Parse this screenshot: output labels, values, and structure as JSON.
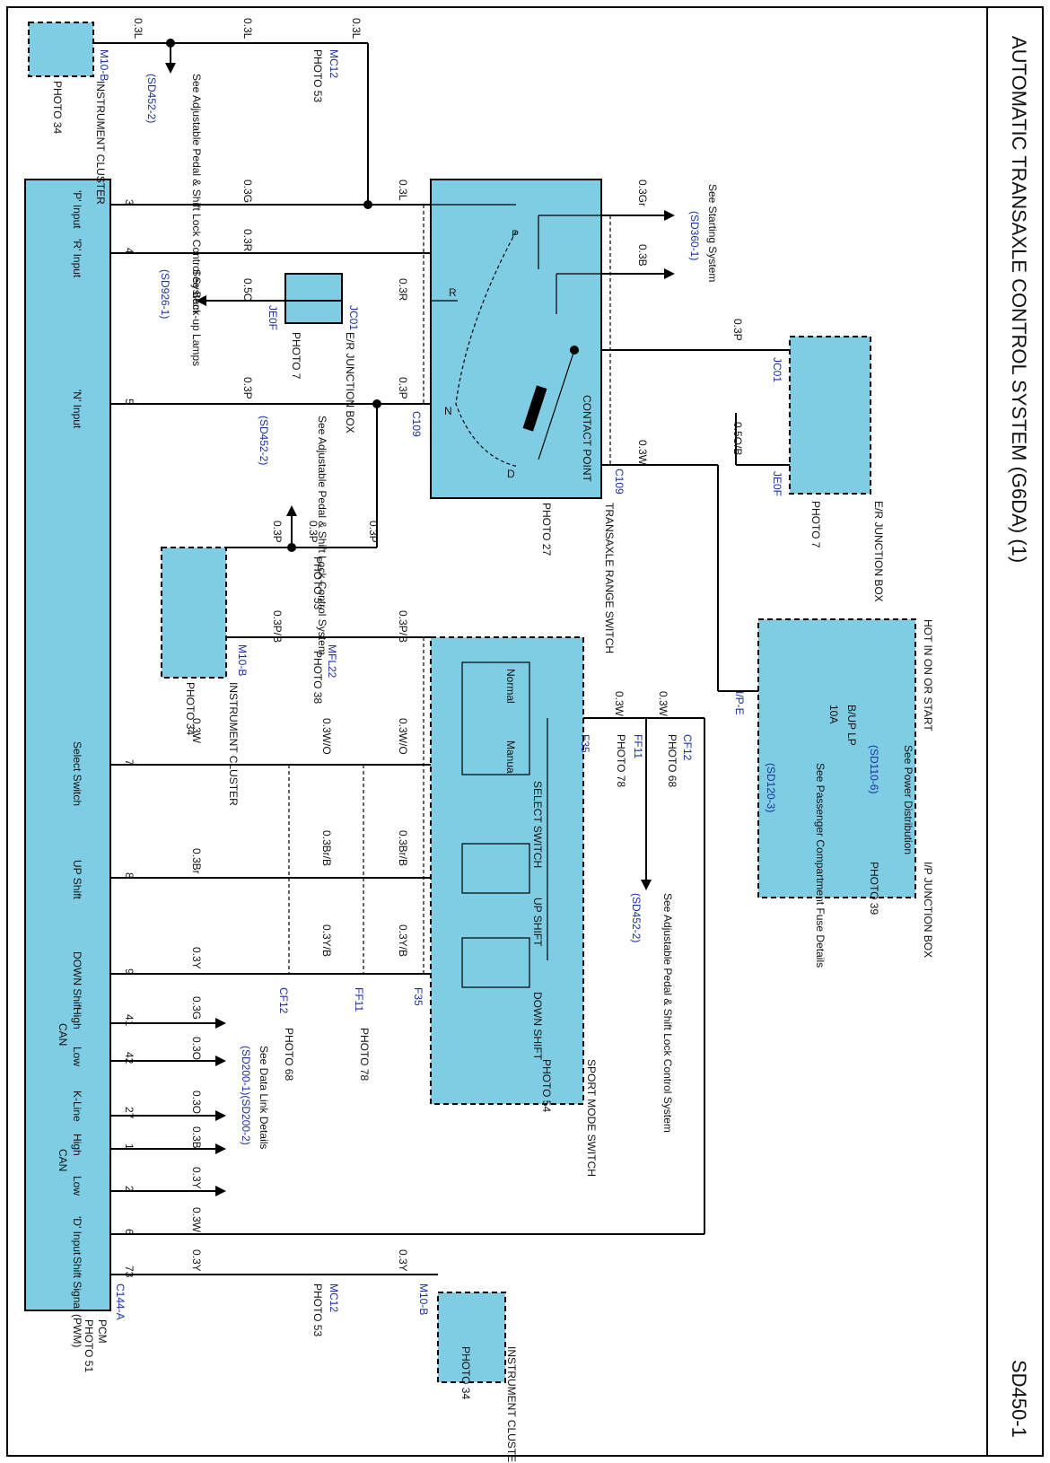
{
  "title": "AUTOMATIC TRANSAXLE CONTROL SYSTEM (G6DA) (1)",
  "page_id": "SD450-1",
  "hot_label": "HOT IN ON OR START",
  "fuse": {
    "name": "B/UP LP",
    "rating": "10A"
  },
  "components": {
    "pcm": "PCM",
    "pcm_photo": "PHOTO 51",
    "trs": "TRANSAXLE RANGE SWITCH",
    "trs_photo": "PHOTO 27",
    "sport": "SPORT MODE SWITCH",
    "sport_photo": "PHOTO 54",
    "ipjb": "I/P JUNCTION BOX",
    "ipjb_photo": "PHOTO 39",
    "erjb_top": "E/R JUNCTION BOX",
    "erjb_top_photo": "PHOTO 7",
    "erjb_mid": "E/R JUNCTION BOX",
    "erjb_mid_photo": "PHOTO 7",
    "cluster_top": "INSTRUMENT CLUSTER",
    "cluster_top_photo": "PHOTO 34",
    "cluster_mid": "INSTRUMENT CLUSTER",
    "cluster_mid_photo": "PHOTO 34",
    "cluster_bot": "INSTRUMENT CLUSTER",
    "cluster_bot_photo": "PHOTO 34",
    "select_sw": "SELECT SWITCH",
    "up_sw": "UP SHIFT",
    "down_sw": "DOWN SHIFT",
    "contact": "CONTACT POINT",
    "normal": "Normal",
    "manual": "Manual"
  },
  "range_positions": [
    "P",
    "R",
    "N",
    "D"
  ],
  "pcm_inputs": [
    {
      "pin": "3",
      "label": "'P' Input"
    },
    {
      "pin": "4",
      "label": "'R' Input"
    },
    {
      "pin": "5",
      "label": "'N' Input"
    },
    {
      "pin": "7",
      "label": "Select Switch"
    },
    {
      "pin": "8",
      "label": "UP Shift"
    },
    {
      "pin": "9",
      "label": "DOWN Shift"
    },
    {
      "pin": "41",
      "label": "High"
    },
    {
      "pin": "42",
      "label": "Low"
    },
    {
      "pin": "27",
      "label": "K-Line"
    },
    {
      "pin": "1",
      "label": "High"
    },
    {
      "pin": "2",
      "label": "Low"
    },
    {
      "pin": "6",
      "label": "'D' Input"
    },
    {
      "pin": "73",
      "label": "Shift Signal (PWM)"
    }
  ],
  "can": "CAN",
  "connectors": [
    "M10-B",
    "MC12",
    "JC01",
    "JE0F",
    "C109",
    "C109",
    "MFL22",
    "F35",
    "FF11",
    "CF12",
    "I/P-E",
    "M10-B",
    "C144-A",
    "CF12",
    "FF11",
    "F35",
    "MC12",
    "M10-B",
    "JC01",
    "JE0F"
  ],
  "photos": [
    "PHOTO 53",
    "PHOTO 53",
    "PHOTO 38",
    "PHOTO 78",
    "PHOTO 68",
    "PHOTO 68",
    "PHOTO 78",
    "PHOTO 53"
  ],
  "wires": [
    "0.3L",
    "0.3L",
    "0.3L",
    "0.3G",
    "0.3L",
    "0.3R",
    "0.3R",
    "0.5O",
    "0.3P",
    "0.3P",
    "0.3P",
    "0.3P",
    "0.3P",
    "0.3P/B",
    "0.3P/B",
    "0.3W",
    "0.3W/O",
    "0.3W/O",
    "0.3Br",
    "0.3Br/B",
    "0.3Br/B",
    "0.3Y",
    "0.3Y/B",
    "0.3Y/B",
    "0.3G",
    "0.3O",
    "0.3O",
    "0.3B",
    "0.3Y",
    "0.3W",
    "0.3Y",
    "0.3Y",
    "0.3Gr",
    "0.3B",
    "0.3P",
    "0.3W",
    "0.5O/B",
    "0.3W",
    "0.3W"
  ],
  "refs": [
    {
      "text": "See Adjustable Pedal & Shift Lock Control System",
      "code": "(SD452-2)"
    },
    {
      "text": "See Back-up Lamps",
      "code": "(SD926-1)"
    },
    {
      "text": "See Adjustable Pedal & Shift Lock Control System",
      "code": "(SD452-2)"
    },
    {
      "text": "See Starting System",
      "code": "(SD360-1)"
    },
    {
      "text": "See Power Distribution",
      "code": "(SD110-6)"
    },
    {
      "text": "See Passenger Compartment Fuse Details",
      "code": "(SD120-3)"
    },
    {
      "text": "See Adjustable Pedal & Shift Lock Control System",
      "code": "(SD452-2)"
    },
    {
      "text": "See Data Link Details",
      "code": "(SD200-1)(SD200-2)"
    }
  ]
}
